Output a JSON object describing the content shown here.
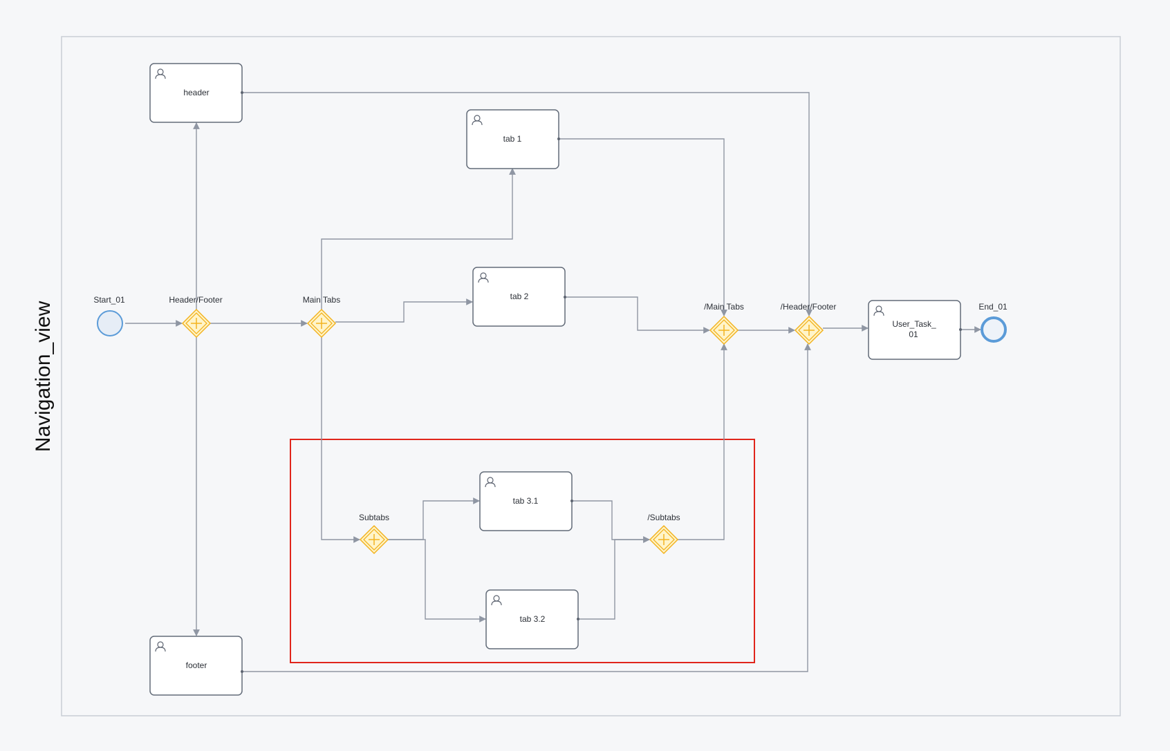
{
  "diagram": {
    "pool_title": "Navigation_view",
    "colors": {
      "flow": "#8f96a3",
      "gateway": "#f2b320",
      "event": "#5b9bd8",
      "highlight": "#e0251b"
    },
    "start_event": {
      "label": "Start_01"
    },
    "end_event": {
      "label": "End_01"
    },
    "gateways": {
      "header_footer": "Header/Footer",
      "main_tabs": "Main Tabs",
      "subtabs": "Subtabs",
      "subtabs_join": "/Subtabs",
      "main_tabs_join": "/Main Tabs",
      "header_footer_join": "/Header/Footer"
    },
    "tasks": {
      "header": "header",
      "footer": "footer",
      "tab1": "tab 1",
      "tab2": "tab 2",
      "tab31": "tab 3.1",
      "tab32": "tab 3.2",
      "user_task_line1": "User_Task_",
      "user_task_line2": "01"
    },
    "icons": {
      "task": "user-icon",
      "gateway": "parallel-gateway-plus-icon"
    }
  }
}
